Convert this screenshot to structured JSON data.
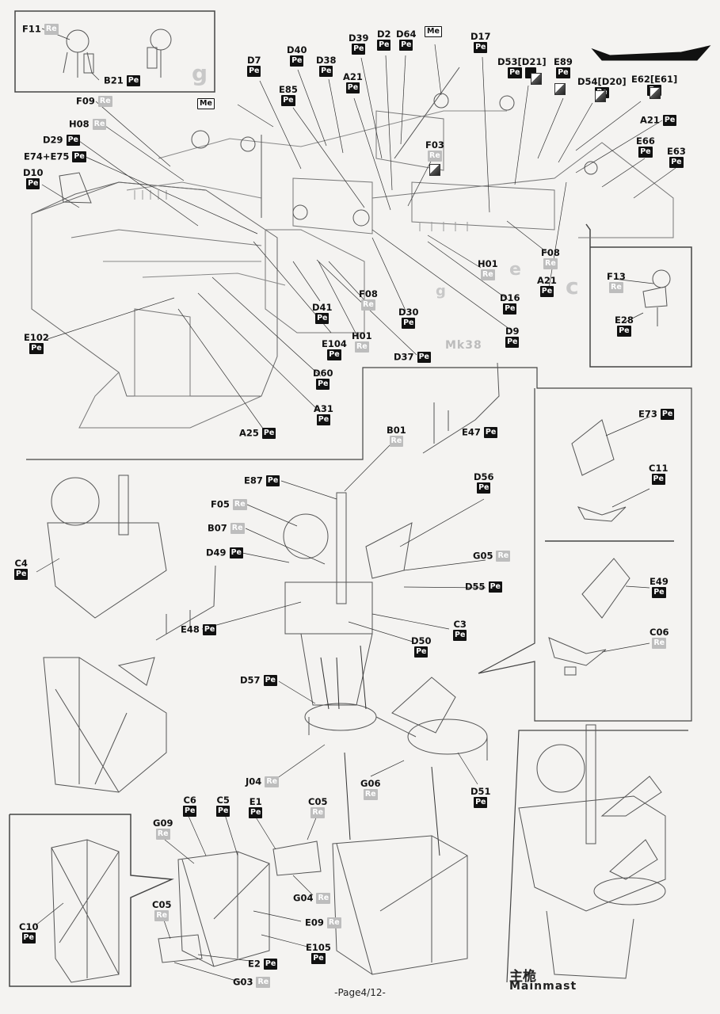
{
  "page": {
    "number_text": "-Page4/12-"
  },
  "mainmast": {
    "title_cn": "主桅",
    "title_en": "Mainmast"
  },
  "material_tags": {
    "pe": "Pe",
    "re": "Re",
    "me": "Me"
  },
  "inset_letters": {
    "g_top": "g",
    "g_mid": "g",
    "e": "e",
    "c": "c"
  },
  "weapon_label": "Mk38",
  "parts": {
    "f11": "F11",
    "b21": "B21",
    "d39": "D39",
    "d2": "D2",
    "d64": "D64",
    "d17": "D17",
    "d40": "D40",
    "d38": "D38",
    "d7": "D7",
    "a21_a": "A21",
    "d53": "D53[D21]",
    "e89": "E89",
    "d54": "D54[D20]",
    "e62": "E62[E61]",
    "e85": "E85",
    "f09": "F09",
    "h08": "H08",
    "d29": "D29",
    "e74": "E74+E75",
    "d10": "D10",
    "f03": "F03",
    "a21_b": "A21",
    "e66": "E66",
    "e63": "E63",
    "f08_a": "F08",
    "h01_a": "H01",
    "a21_c": "A21",
    "f13": "F13",
    "e28": "E28",
    "f08_b": "F08",
    "d30": "D30",
    "d16": "D16",
    "d9": "D9",
    "d41": "D41",
    "e104": "E104",
    "h01_b": "H01",
    "d37": "D37",
    "e102": "E102",
    "d60": "D60",
    "a31": "A31",
    "a25": "A25",
    "b01": "B01",
    "e47": "E47",
    "e87": "E87",
    "f05": "F05",
    "b07": "B07",
    "d49": "D49",
    "d56": "D56",
    "g05": "G05",
    "d55": "D55",
    "c4": "C4",
    "e48": "E48",
    "c3": "C3",
    "d50": "D50",
    "e73": "E73",
    "c11": "C11",
    "e49": "E49",
    "c06": "C06",
    "d57": "D57",
    "j04": "J04",
    "g06": "G06",
    "d51": "D51",
    "c6": "C6",
    "c5": "C5",
    "e1": "E1",
    "c05_a": "C05",
    "g09": "G09",
    "g04": "G04",
    "e09": "E09",
    "c05_b": "C05",
    "e105": "E105",
    "e2": "E2",
    "g03": "G03",
    "c10": "C10"
  }
}
